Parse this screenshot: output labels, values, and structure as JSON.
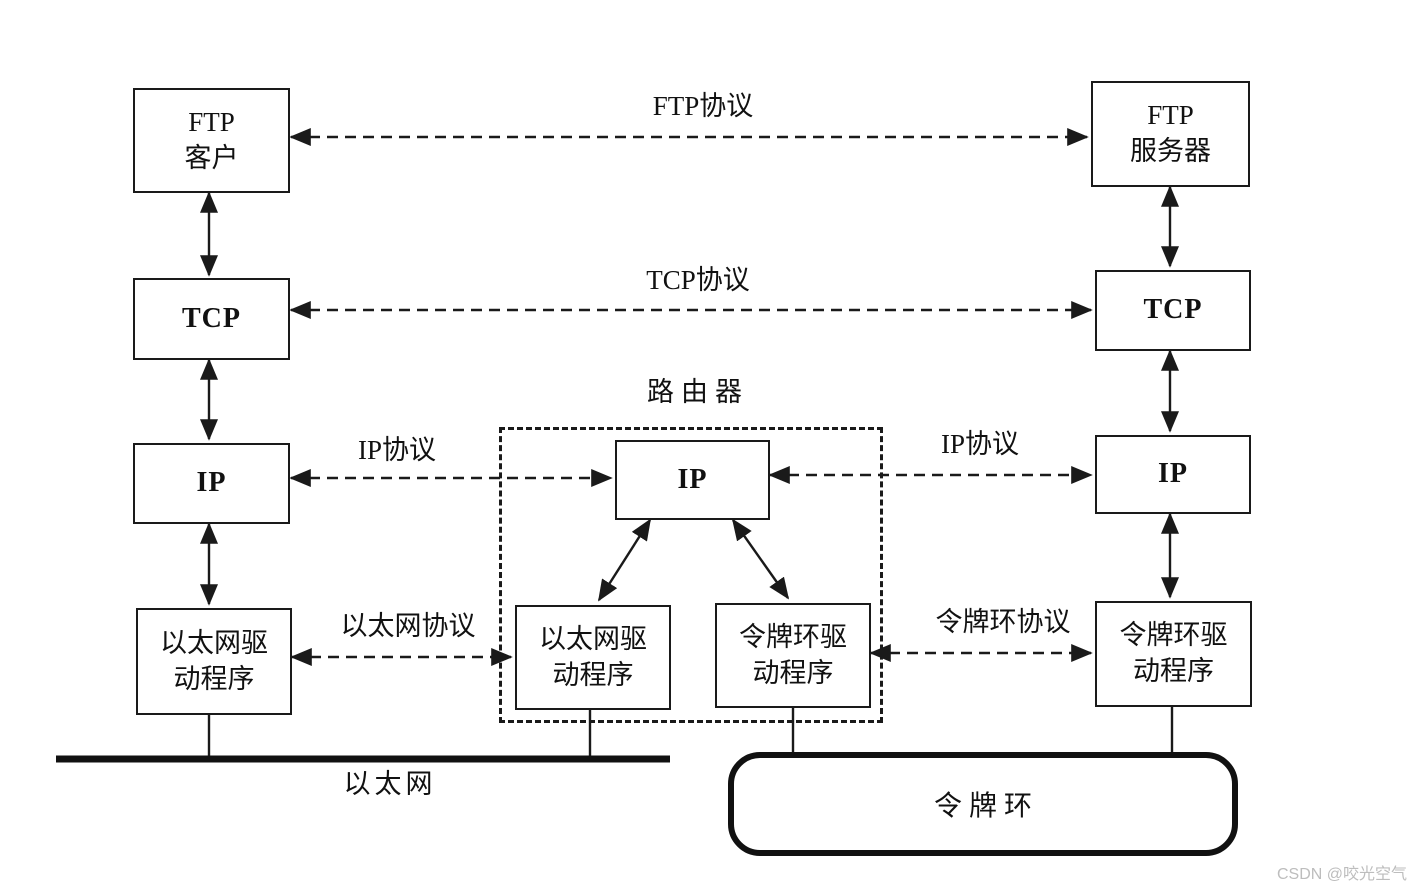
{
  "colors": {
    "line": "#1a1a1a",
    "background": "#ffffff",
    "watermark": "#bdbdbd"
  },
  "left_stack": {
    "ftp_client": "FTP\n客户",
    "tcp": "TCP",
    "ip": "IP",
    "ethernet_driver": "以太网驱\n动程序"
  },
  "router": {
    "title": "路由器",
    "ip": "IP",
    "ethernet_driver": "以太网驱\n动程序",
    "token_ring_driver": "令牌环驱\n动程序"
  },
  "right_stack": {
    "ftp_server": "FTP\n服务器",
    "tcp": "TCP",
    "ip": "IP",
    "token_ring_driver": "令牌环驱\n动程序"
  },
  "protocols": {
    "ftp": "FTP协议",
    "tcp": "TCP协议",
    "ip_left": "IP协议",
    "ip_right": "IP协议",
    "ethernet": "以太网协议",
    "token_ring": "令牌环协议"
  },
  "networks": {
    "ethernet": "以太网",
    "token_ring": "令 牌 环"
  },
  "watermark": "CSDN @咬光空气"
}
